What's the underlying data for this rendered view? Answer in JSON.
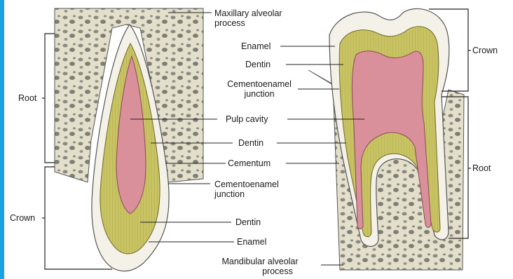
{
  "labels": {
    "maxillary": [
      "Maxillary alveolar",
      "process"
    ],
    "enamel_top": "Enamel",
    "dentin_top": "Dentin",
    "cej_top": [
      "Cementoenamel",
      "junction"
    ],
    "pulp_cavity": "Pulp cavity",
    "dentin_mid": "Dentin",
    "cementum": "Cementum",
    "cej_mid": [
      "Cementoenamel",
      "junction"
    ],
    "dentin_bottom": "Dentin",
    "enamel_bottom": "Enamel",
    "mandibular": [
      "Mandibular alveolar",
      "process"
    ],
    "root_left": "Root",
    "crown_left": "Crown",
    "crown_right": "Crown",
    "root_right": "Root"
  },
  "colors": {
    "accent_bar": "#1aa3e0",
    "bone": "#e3dfcb",
    "bone_spots": "#8a8a80",
    "dentin": "#c9c463",
    "pulp": "#d9909a",
    "enamel": "#f4f2e8"
  }
}
